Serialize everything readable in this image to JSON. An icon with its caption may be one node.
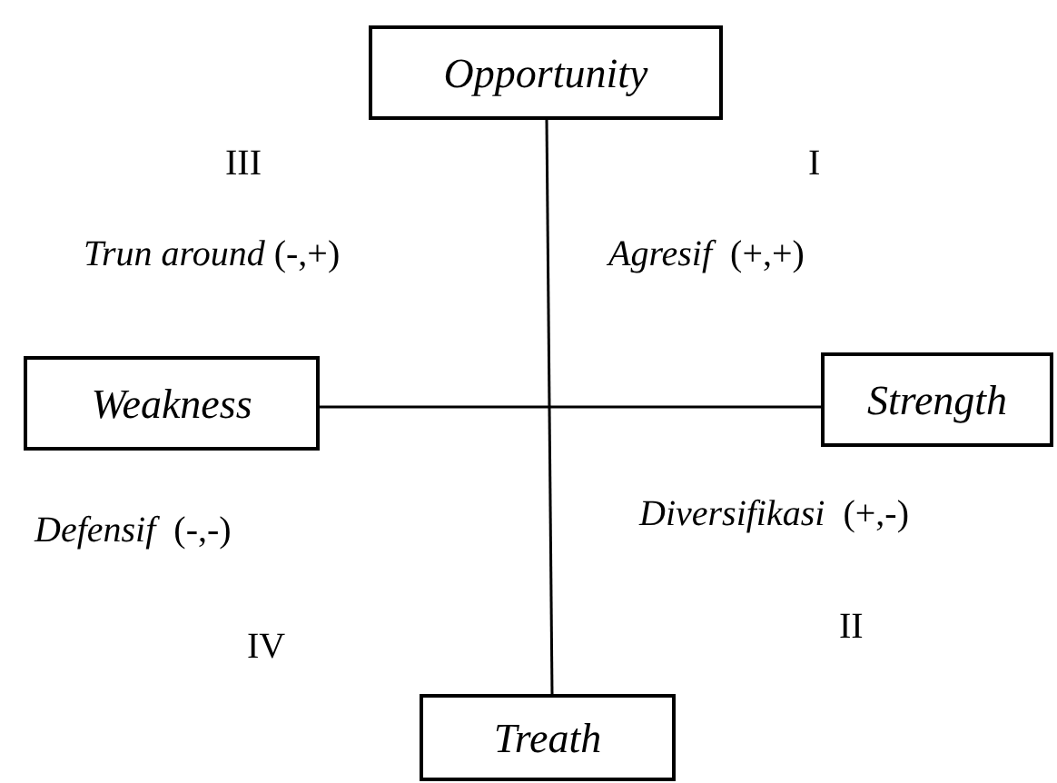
{
  "diagram": {
    "nodes": [
      {
        "text": [
          "Opportunity"
        ]
      },
      {
        "text": [
          "Weakness"
        ]
      },
      {
        "text": [
          "Strength"
        ]
      },
      {
        "text": [
          "Treath"
        ]
      }
    ],
    "edges": [
      {
        "from": 0,
        "to": 3,
        "arrow": "none"
      },
      {
        "from": 1,
        "to": 2,
        "arrow": "none"
      }
    ],
    "labels": [
      "III",
      "I",
      "*Trun around* (-,+)",
      "*Agresif*  (+,+)",
      "*Defensif*  (-,-)",
      "*Diversifikasi*  (+,-)",
      "IV",
      "II"
    ]
  }
}
